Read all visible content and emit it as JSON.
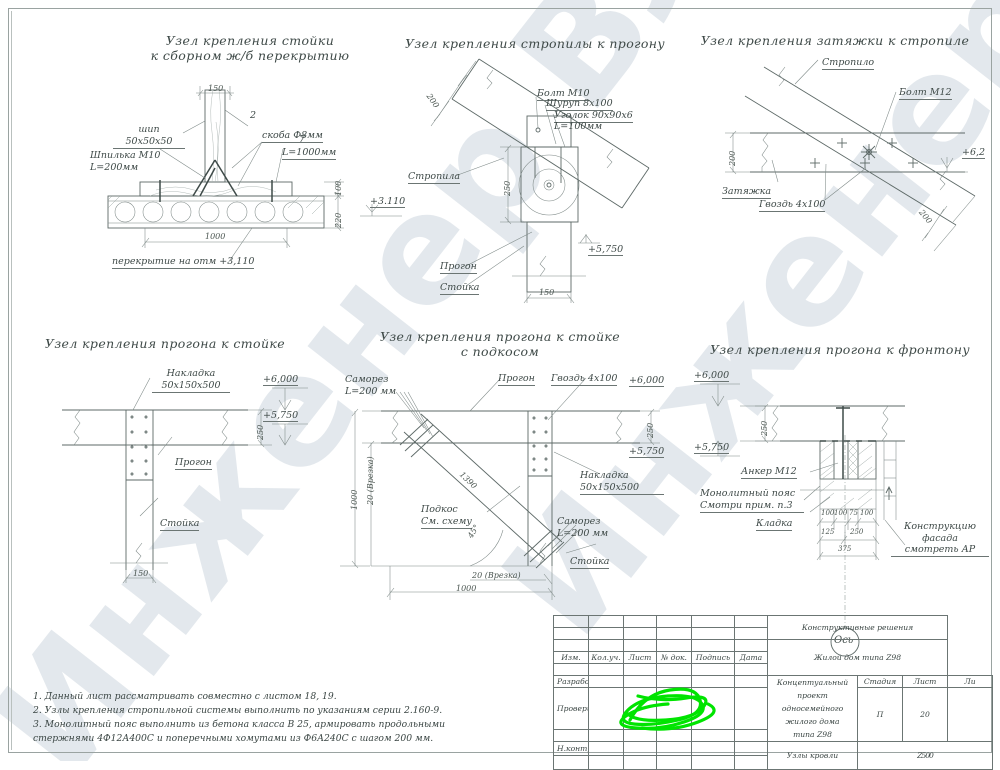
{
  "sheet": {
    "watermark_text": "Инженер ВЛ",
    "line_color": "#5d6967",
    "accent_color": "#00e000"
  },
  "details": [
    {
      "id": "post-to-slab",
      "title": "Узел крепления стойки\nк сборном ж/б перекрытию",
      "labels": {
        "tenon": "шип\n50x50x50",
        "stud": "Шпилька М10\nL=200мм",
        "pos2": "2",
        "bracket": "скоба Ф8мм",
        "pos7": "7",
        "pos7_len": "L=1000мм",
        "slab_note": "перекрытие на отм +3,110"
      },
      "dims": {
        "width_top": "150",
        "span": "1000",
        "h100": "100",
        "h220": "220"
      },
      "elevation": "+3.110"
    },
    {
      "id": "rafter-to-purlin",
      "title": "Узел крепления стропилы к прогону",
      "labels": {
        "bolt": "Болт М10",
        "screw": "Шуруп 8х100",
        "angle": "Уголок 90х90х6",
        "angle_len": "L=100мм",
        "rafter": "Стропила",
        "purlin": "Прогон",
        "post": "Стойка"
      },
      "dims": {
        "rafter_h": "200",
        "purlin_h": "250",
        "post_w": "150"
      },
      "elevation": "+5,750"
    },
    {
      "id": "tie-to-rafter",
      "title": "Узел крепления затяжки к стропиле",
      "labels": {
        "rafter": "Стропило",
        "bolt": "Болт М12",
        "tie": "Затяжка",
        "nail": "Гвоздь 4х100"
      },
      "dims": {
        "tie_h": "200",
        "rafter_h": "200"
      },
      "elevation": "+6,2"
    },
    {
      "id": "purlin-to-post",
      "title": "Узел крепления прогона к стойке",
      "labels": {
        "plate": "Накладка\n50x150x500",
        "purlin": "Прогон",
        "post": "Стойка"
      },
      "dims": {
        "purlin_h": "250",
        "post_w": "150"
      },
      "elevations": [
        "+6,000",
        "+5,750"
      ]
    },
    {
      "id": "purlin-to-post-brace",
      "title": "Узел крепления прогона к стойке\nс подкосом",
      "labels": {
        "screw_top": "Саморез\nL=200 мм",
        "purlin": "Прогон",
        "nail": "Гвоздь 4х100",
        "plate": "Накладка\n50x150x500",
        "brace": "Подкос\nСм. схему",
        "screw_bot": "Саморез\nL=200 мм",
        "post": "Стойка"
      },
      "dims": {
        "purlin_h": "250",
        "notch_v": "20 (Врезка)",
        "height": "1000",
        "diag": "1390",
        "angle": "45°",
        "notch_h": "20 (Врезка)",
        "span": "1000"
      },
      "elevations": [
        "+6,000",
        "+5,750"
      ]
    },
    {
      "id": "purlin-to-gable",
      "title": "Узел крепления прогона к фронтону",
      "labels": {
        "anchor": "Анкер М12",
        "beam": "Монолитный пояс\nСмотри прим. п.3",
        "masonry": "Кладка",
        "facade": "Конструкцию фасада\nсмотреть АР",
        "axis": "Ось"
      },
      "dims": {
        "purlin_h": "250",
        "chain": [
          "100",
          "100",
          "75",
          "100"
        ],
        "chain2": [
          "125",
          "250"
        ],
        "total": "375"
      },
      "elevations": [
        "+6,000",
        "+5,750"
      ]
    }
  ],
  "notes": "1. Данный лист рассматривать совместно с  листом 18, 19.\n2. Узлы крепления стропильной системы выполнить по указаниям серии  2.160-9.\n3. Монолитный пояс выполнить из бетона класса В 25, армировать продольными\n    стержнями 4Ф12А400С и поперечными хомутами из  Ф6А240С с шагом 200 мм.",
  "titleblock": {
    "headers": [
      "Изм.",
      "Кол.уч.",
      "Лист",
      "№ док.",
      "Подпись",
      "Дата"
    ],
    "roles": [
      "Разработал",
      "Проверил",
      "Н.контр."
    ],
    "section": "Конструктивные решения",
    "object": "Жилой дом типа Z98",
    "project": "Концептуальный проект\nодносемейного жилого дома\nтипа Z98",
    "drawing_name": "Узлы кровли",
    "stage_label": "Стадия",
    "sheet_label": "Лист",
    "sheets_label": "Ли",
    "stage_value": "П",
    "sheet_value": "20",
    "code": "Z500"
  }
}
